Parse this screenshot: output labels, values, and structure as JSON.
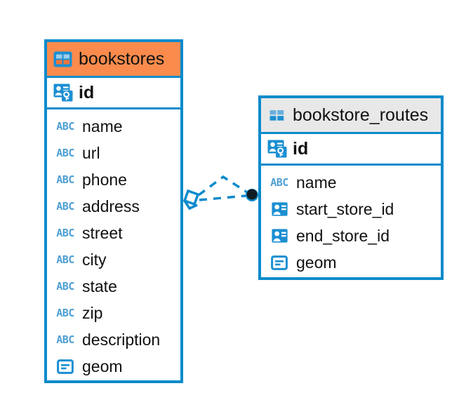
{
  "diagram": {
    "type": "entity-relationship-diagram",
    "background_color": "#ffffff",
    "accent_color": "#0b8bcb",
    "highlight_color": "#fa8b4d",
    "header_gray": "#e8e8e8"
  },
  "tables": [
    {
      "name": "bookstores",
      "header_style": "orange",
      "table_icon": "table-icon",
      "primary_key": {
        "label": "id",
        "icon": "primary-key-icon"
      },
      "fields": [
        {
          "label": "name",
          "icon": "text-type-icon"
        },
        {
          "label": "url",
          "icon": "text-type-icon"
        },
        {
          "label": "phone",
          "icon": "text-type-icon"
        },
        {
          "label": "address",
          "icon": "text-type-icon"
        },
        {
          "label": "street",
          "icon": "text-type-icon"
        },
        {
          "label": "city",
          "icon": "text-type-icon"
        },
        {
          "label": "state",
          "icon": "text-type-icon"
        },
        {
          "label": "zip",
          "icon": "text-type-icon"
        },
        {
          "label": "description",
          "icon": "text-type-icon"
        },
        {
          "label": "geom",
          "icon": "geometry-type-icon"
        }
      ]
    },
    {
      "name": "bookstore_routes",
      "header_style": "gray",
      "table_icon": "table-icon",
      "primary_key": {
        "label": "id",
        "icon": "primary-key-icon"
      },
      "fields": [
        {
          "label": "name",
          "icon": "text-type-icon"
        },
        {
          "label": "start_store_id",
          "icon": "foreign-key-icon"
        },
        {
          "label": "end_store_id",
          "icon": "foreign-key-icon"
        },
        {
          "label": "geom",
          "icon": "geometry-type-icon"
        }
      ]
    }
  ],
  "relationship": {
    "source_table": "bookstores",
    "target_table": "bookstore_routes",
    "line_style": "dashed",
    "line_color": "#0b8bcb",
    "source_marker": "diamond-marker",
    "target_marker": "filled-circle-marker",
    "target_marker_color": "#0d1b2a"
  },
  "icon_glyphs": {
    "text-type-icon": "ABC"
  }
}
